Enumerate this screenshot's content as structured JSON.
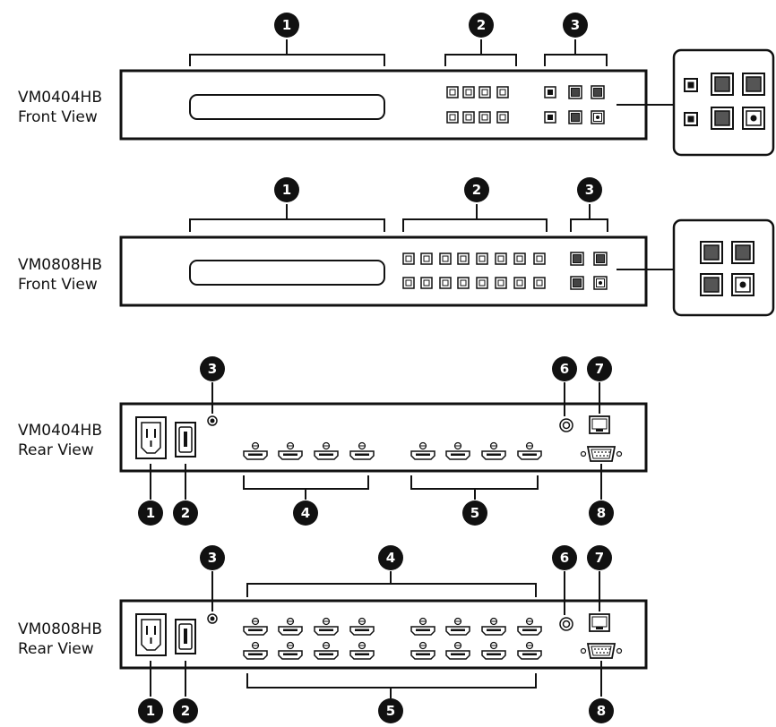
{
  "views": [
    {
      "model": "VM0404HB",
      "side": "Front View"
    },
    {
      "model": "VM0808HB",
      "side": "Front View"
    },
    {
      "model": "VM0404HB",
      "side": "Rear View"
    },
    {
      "model": "VM0808HB",
      "side": "Rear View"
    }
  ],
  "callouts": {
    "n1": "1",
    "n2": "2",
    "n3": "3",
    "n4": "4",
    "n5": "5",
    "n6": "6",
    "n7": "7",
    "n8": "8"
  }
}
